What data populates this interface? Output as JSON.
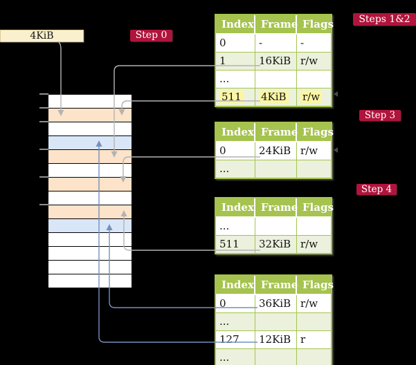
{
  "appearance": {
    "background": "#000000",
    "table_header_green": "#A5C34E",
    "table_row_green": "#EBF1DC",
    "memory_orange": "#FCE3C9",
    "memory_blue": "#D9E6F7",
    "label_cream": "#FBF0CE",
    "highlight_yellow": "#FCF6A3",
    "badge_red": "#B0143C",
    "arrow_gray": "#B3B3B3",
    "arrow_blue": "#7590BE",
    "tick_gray": "#8F8F8F"
  },
  "labels": {
    "page_size": "4KiB",
    "step_0": "Step 0",
    "steps_1_2": "Steps 1&2",
    "step_3": "Step 3",
    "step_4": "Step 4"
  },
  "memory": {
    "rows": [
      "white",
      "orange",
      "white",
      "blue",
      "orange",
      "white",
      "orange",
      "white",
      "orange",
      "blue",
      "white",
      "white",
      "white",
      "white"
    ]
  },
  "tables": [
    {
      "id": "page-table-steps-1-2",
      "columns": [
        "Index",
        "Frame",
        "Flags"
      ],
      "rows": [
        {
          "index": "0",
          "frame": "-",
          "flags": "-",
          "shade": false,
          "highlight": false
        },
        {
          "index": "1",
          "frame": "16KiB",
          "flags": "r/w",
          "shade": true,
          "highlight": false
        },
        {
          "index": "...",
          "frame": "",
          "flags": "",
          "shade": false,
          "highlight": false
        },
        {
          "index": "511",
          "frame": "4KiB",
          "flags": "r/w",
          "shade": true,
          "highlight": true
        }
      ]
    },
    {
      "id": "page-table-step-3",
      "columns": [
        "Index",
        "Frame",
        "Flags"
      ],
      "rows": [
        {
          "index": "0",
          "frame": "24KiB",
          "flags": "r/w",
          "shade": false,
          "highlight": false
        },
        {
          "index": "...",
          "frame": "",
          "flags": "",
          "shade": true,
          "highlight": false
        }
      ]
    },
    {
      "id": "page-table-step-4a",
      "columns": [
        "Index",
        "Frame",
        "Flags"
      ],
      "rows": [
        {
          "index": "...",
          "frame": "",
          "flags": "",
          "shade": false,
          "highlight": false
        },
        {
          "index": "511",
          "frame": "32KiB",
          "flags": "r/w",
          "shade": true,
          "highlight": false
        }
      ]
    },
    {
      "id": "page-table-step-4b",
      "columns": [
        "Index",
        "Frame",
        "Flags"
      ],
      "rows": [
        {
          "index": "0",
          "frame": "36KiB",
          "flags": "r/w",
          "shade": false,
          "highlight": false
        },
        {
          "index": "...",
          "frame": "",
          "flags": "",
          "shade": true,
          "highlight": false
        },
        {
          "index": "127",
          "frame": "12KiB",
          "flags": "r",
          "shade": false,
          "highlight": false
        },
        {
          "index": "...",
          "frame": "",
          "flags": "",
          "shade": true,
          "highlight": false
        }
      ]
    }
  ]
}
